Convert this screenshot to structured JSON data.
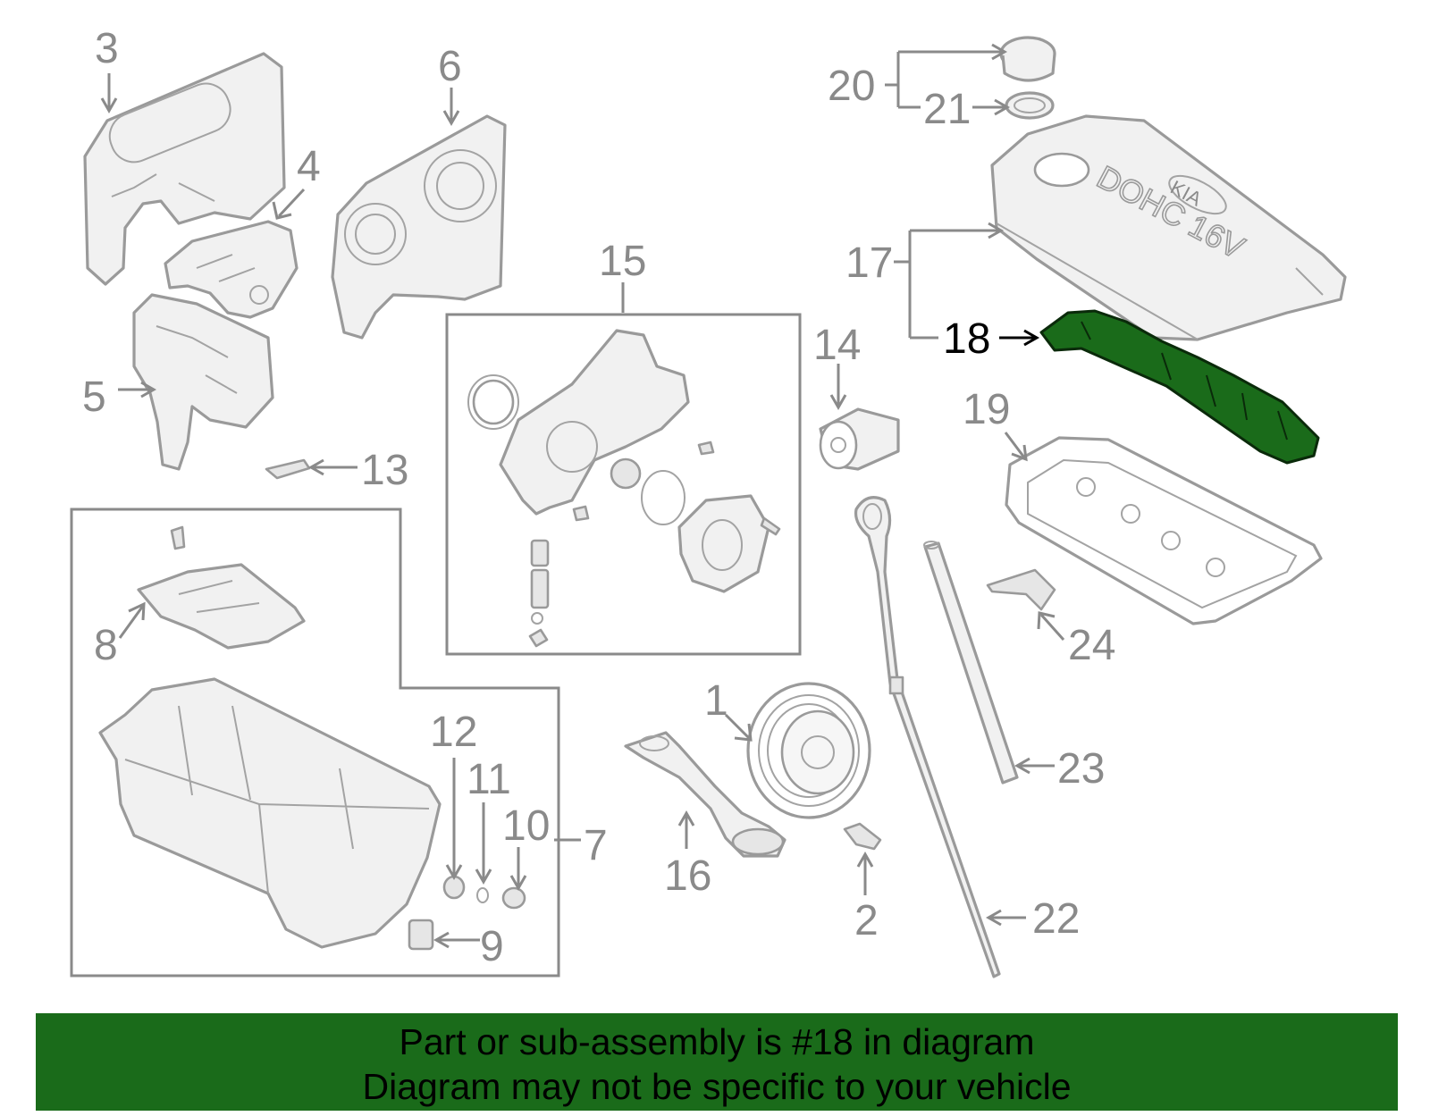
{
  "diagram": {
    "highlight_color": "#1a6b1a",
    "callouts": [
      {
        "id": "c3",
        "text": "3"
      },
      {
        "id": "c6",
        "text": "6"
      },
      {
        "id": "c4",
        "text": "4"
      },
      {
        "id": "c5",
        "text": "5"
      },
      {
        "id": "c13",
        "text": "13"
      },
      {
        "id": "c15",
        "text": "15"
      },
      {
        "id": "c14",
        "text": "14"
      },
      {
        "id": "c20",
        "text": "20"
      },
      {
        "id": "c21",
        "text": "21"
      },
      {
        "id": "c17",
        "text": "17"
      },
      {
        "id": "c18",
        "text": "18"
      },
      {
        "id": "c19",
        "text": "19"
      },
      {
        "id": "c24",
        "text": "24"
      },
      {
        "id": "c8",
        "text": "8"
      },
      {
        "id": "c12",
        "text": "12"
      },
      {
        "id": "c11",
        "text": "11"
      },
      {
        "id": "c10",
        "text": "10"
      },
      {
        "id": "c7",
        "text": "7"
      },
      {
        "id": "c9",
        "text": "9"
      },
      {
        "id": "c1",
        "text": "1"
      },
      {
        "id": "c16",
        "text": "16"
      },
      {
        "id": "c2",
        "text": "2"
      },
      {
        "id": "c23",
        "text": "23"
      },
      {
        "id": "c22",
        "text": "22"
      }
    ],
    "cover_logo": "KIA",
    "cover_text": "DOHC 16V"
  },
  "banner": {
    "line1": "Part or sub-assembly is #18 in diagram",
    "line2": "Diagram may not be specific to your vehicle"
  }
}
